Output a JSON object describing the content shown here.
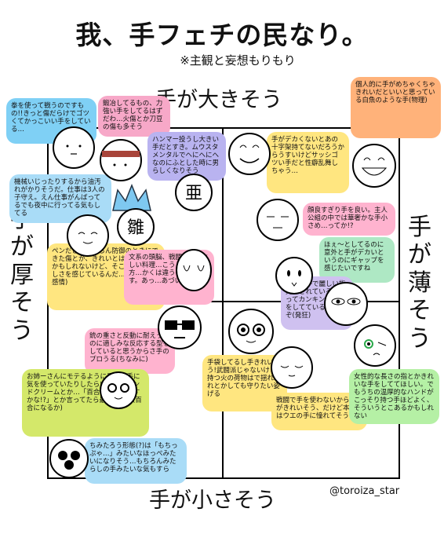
{
  "title": "我、手フェチの民なり。",
  "subtitle": "※主観と妄想もりもり",
  "axes": {
    "top": "手が大きそう",
    "bottom": "手が小さそう",
    "left": "手が厚そう",
    "right": "手が薄そう"
  },
  "notes": [
    {
      "text": "拳を使って戦うのですもの!!きっと傷だらけでゴツくてかっこいい手をしている…",
      "color": "#7fd0f5"
    },
    {
      "text": "鍛冶してるもの、力強い手をしてるはずだわ…火傷とか刀豆の傷も多そう",
      "color": "#f7a8c8"
    },
    {
      "text": "ハンマー投うし大きい手だとすき。ムウスタメンタルでヘにへにへなのにふとした時に男らしくなりそう",
      "color": "#b9b3f0"
    },
    {
      "text": "手がデカくないとあの十字架持てないだろうからうすいけどサッシゴツい手だと性癖乱舞しちゃう…",
      "color": "#ffe680"
    },
    {
      "text": "個人的に手がめちゃくちゃきれいだといいと思っている白魚のような手(物理)",
      "color": "#ffb27a"
    },
    {
      "text": "機械いじったりするから油汚れがかりそうだ。仕事は3人の子守え。えん仕事がんばってるでも夜中に行ってる気もしてる",
      "color": "#a9dcf7"
    },
    {
      "text": "顔良すぎり手を良い。主人公組の中では華奢かな手小さめ…ってか!?",
      "color": "#ffb3cf"
    },
    {
      "text": "ペンだこはもちろん防御のときにできた傷とか、きれいとは言えない手かもしれないけど、そこに功跡は美しさを感じているんだ… (クリチカ感情)",
      "color": "#ffe680"
    },
    {
      "text": "文系の頭脳、戦闘、料理としい料理…こうして生き方…かくは違う手をしてます。あっ…あづい…(泣)",
      "color": "#ffb3cf"
    },
    {
      "text": "ほぇ〜としてるのに意外と手がデカいというのにギャップを感じたいですね",
      "color": "#aee8c4"
    },
    {
      "text": "しなやかで麗しい指先をされていると思ってカンキン的な手をしてていると思うぞ(発狂)",
      "color": "#cfc1f0"
    },
    {
      "text": "銃の重さと反動に耐えうるのに適しみな反応する型をしていると思うからさ手のプロうる(ちなみに)",
      "color": "#ffb3cf"
    },
    {
      "text": "お姉ーさんにモテるように最低限手に気を使っていたりしたらいいな…ハンドクリームとか…「百合は手を大事すかな!?」とか言ってたら最高で良い(百合になるか)",
      "color": "#d4e86a"
    },
    {
      "text": "手袋してるし手きれいそう!武闘派じゃないけど持つ火の荷物はで揺れぶれとかしても守りたい姿げる",
      "color": "#ffe680"
    },
    {
      "text": "戦闘で手を使わないから手がきれいそう、だけど本人はウエの手に憧れてそう",
      "color": "#ffe680"
    },
    {
      "text": "女性的な長さの指とかきれいな手をしててほしい。でもうちの温厚的なハンドがこっそり持つ手ほどよく、そういうとこあるかもしれない",
      "color": "#b5f0a5"
    },
    {
      "text": "ちみたろう形態(?)は「もちっぷゃ…」みたいなほっぺみたいになりそう…もちろんみたらしの手みたいな気もすら",
      "color": "#a9dcf7"
    }
  ],
  "faces": [
    {
      "label": ""
    },
    {
      "label": ""
    },
    {
      "label": "亜"
    },
    {
      "label": "雛"
    },
    {
      "label": ""
    }
  ],
  "credit": "@toroiza_star"
}
